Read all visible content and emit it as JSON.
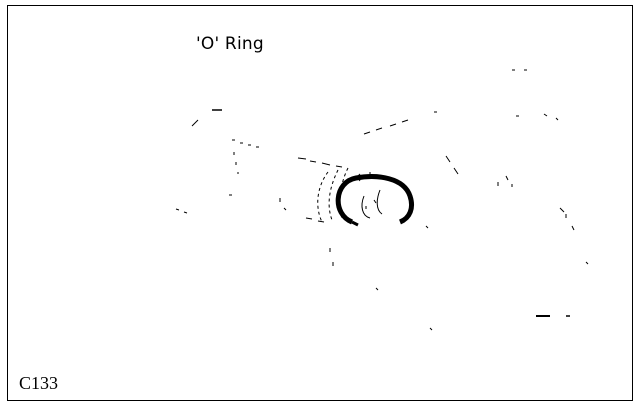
{
  "diagram": {
    "callout_label": "'O' Ring",
    "figure_code": "C133",
    "line_color": "#000000",
    "background_color": "#ffffff",
    "subject": "o-ring"
  }
}
